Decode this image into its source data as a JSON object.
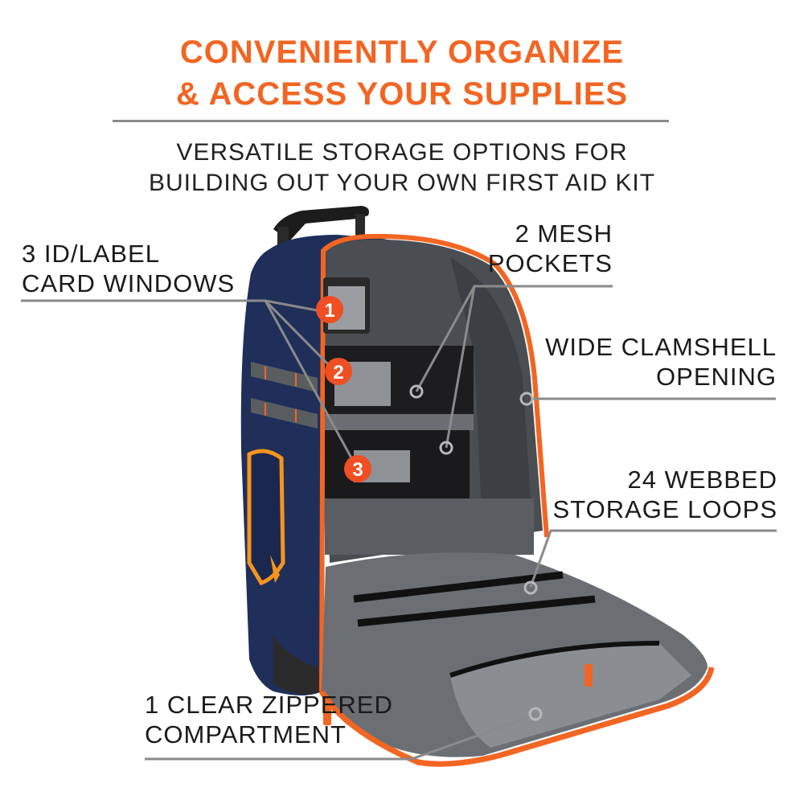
{
  "header": {
    "title_line1": "CONVENIENTLY ORGANIZE",
    "title_line2": "& ACCESS YOUR SUPPLIES",
    "subtitle_line1": "VERSATILE STORAGE OPTIONS FOR",
    "subtitle_line2": "BUILDING OUT YOUR OWN FIRST AID KIT"
  },
  "colors": {
    "accent_orange": "#f26522",
    "leader_gray": "#8a8a8a",
    "bag_navy": "#1f2f5a",
    "lining_gray": "#4a4d52"
  },
  "callouts": [
    {
      "id": "id-label-windows",
      "line1": "3 ID/LABEL",
      "line2": "CARD WINDOWS"
    },
    {
      "id": "mesh-pockets",
      "line1": "2 MESH",
      "line2": "POCKETS"
    },
    {
      "id": "clamshell-opening",
      "line1": "WIDE CLAMSHELL",
      "line2": "OPENING"
    },
    {
      "id": "webbed-loops",
      "line1": "24 WEBBED",
      "line2": "STORAGE LOOPS"
    },
    {
      "id": "zippered-compartment",
      "line1": "1 CLEAR ZIPPERED",
      "line2": "COMPARTMENT"
    }
  ],
  "badges": [
    "1",
    "2",
    "3"
  ]
}
